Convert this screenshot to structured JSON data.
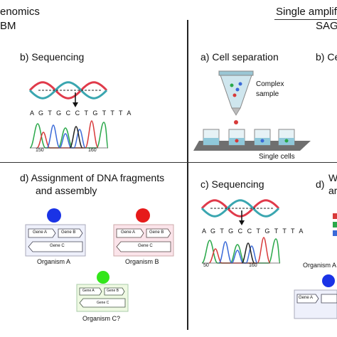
{
  "headers": {
    "left_line1": "enomics",
    "left_line2": "BM",
    "right_line1": "Single amplified",
    "right_line2": "SAG"
  },
  "panels": {
    "tl_sequencing": "b) Sequencing",
    "tr_cell_sep": "a) Cell separation",
    "tr_b": "b) Ce",
    "complex_sample_1": "Complex",
    "complex_sample_2": "sample",
    "single_cells": "Single cells",
    "bl_assign_1": "d)  Assignment of DNA fragments",
    "bl_assign_2": "and assembly",
    "br_sequencing": "c) Sequencing",
    "br_d_1": "d)",
    "br_d_1b": "W",
    "br_d_2": "ar"
  },
  "sequence_tl": "A G T G C C T G T T T A",
  "sequence_br": "A G T G C C T G T T T A",
  "tick_tl": [
    "150",
    "160"
  ],
  "tick_br": [
    "50",
    "160"
  ],
  "organisms": {
    "a": {
      "label": "Organism A",
      "gene_a": "Gene A",
      "gene_b": "Gene B",
      "gene_c": "Gene C",
      "dot": "#1a33e6"
    },
    "b": {
      "label": "Organism B",
      "gene_a": "Gene A",
      "gene_b": "Gene B",
      "gene_c": "Gene C",
      "dot": "#e61a1a"
    },
    "c": {
      "label": "Organism C?",
      "gene_a": "Gene A",
      "gene_b": "Gene B",
      "gene_c": "Gene C",
      "dot": "#33e61a"
    },
    "br_a": {
      "label": "Organism A",
      "gene_a": "Gene A",
      "dot": "#1a33e6"
    }
  },
  "colors": {
    "helix_red": "#e03a4a",
    "helix_teal": "#3aa6b0",
    "trace_green": "#2aa84a",
    "trace_red": "#d83a3a",
    "trace_blue": "#3a6ad8",
    "trace_black": "#222222"
  }
}
